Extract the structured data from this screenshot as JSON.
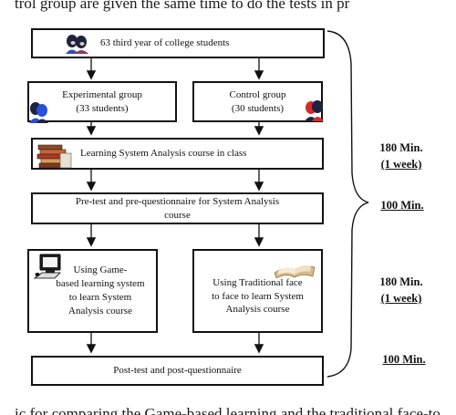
{
  "header_fragment": "trol group are given the same time to do the tests in pr",
  "footer_fragment": "ic for comparing the Game-based learning and the traditional face-to",
  "boxes": {
    "students": "63 third year of college students",
    "experimental": "Experimental group\n(33 students)",
    "control": "Control group\n(30 students)",
    "course": "Learning System Analysis course in class",
    "pretest": "Pre-test and pre-questionnaire for System Analysis\ncourse",
    "game": "Using Game-\nbased learning system\nto learn  System\nAnalysis course",
    "traditional": "Using Traditional face\nto face to learn  System\nAnalysis course",
    "posttest": "Post-test and post-questionnaire"
  },
  "durations": {
    "first": {
      "line1": "180 Min.",
      "line2": "(1 week)"
    },
    "second": "100 Min.",
    "third": {
      "line1": "180 Min.",
      "line2": "(1 week)"
    },
    "fourth": "100 Min."
  },
  "icons": {
    "students": "people-icon",
    "experimental": "people-blue-icon",
    "control": "people-red-icon",
    "course": "books-icon",
    "game": "computer-icon",
    "traditional": "open-book-icon"
  },
  "colors": {
    "line": "#111111",
    "blue_person": "#2a4fd6",
    "red_person": "#d62a2a"
  }
}
